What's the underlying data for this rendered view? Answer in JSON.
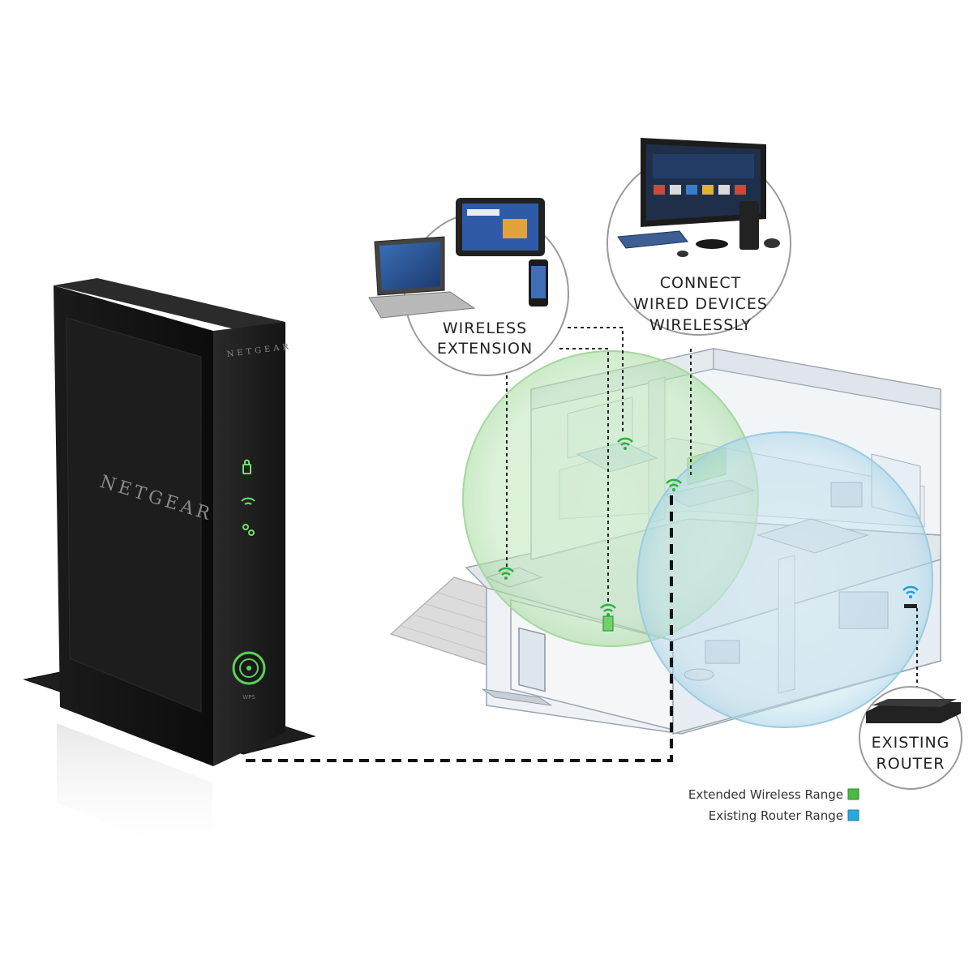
{
  "device": {
    "brand": "NETGEAR",
    "wps_label": "WPS"
  },
  "callouts": {
    "wireless_extension": [
      "WIRELESS",
      "EXTENSION"
    ],
    "connect_wired": [
      "CONNECT",
      "WIRED DEVICES",
      "WIRELESSLY"
    ],
    "existing_router": [
      "EXISTING",
      "ROUTER"
    ]
  },
  "legend": {
    "items": [
      {
        "label": "Extended Wireless Range",
        "color": "#4cb848"
      },
      {
        "label": "Existing Router Range",
        "color": "#29a8e0"
      }
    ]
  },
  "colors": {
    "extended_range": "#4cb848",
    "router_range": "#29a8e0",
    "device_body": "#151515",
    "led_green": "#6fe36a"
  }
}
